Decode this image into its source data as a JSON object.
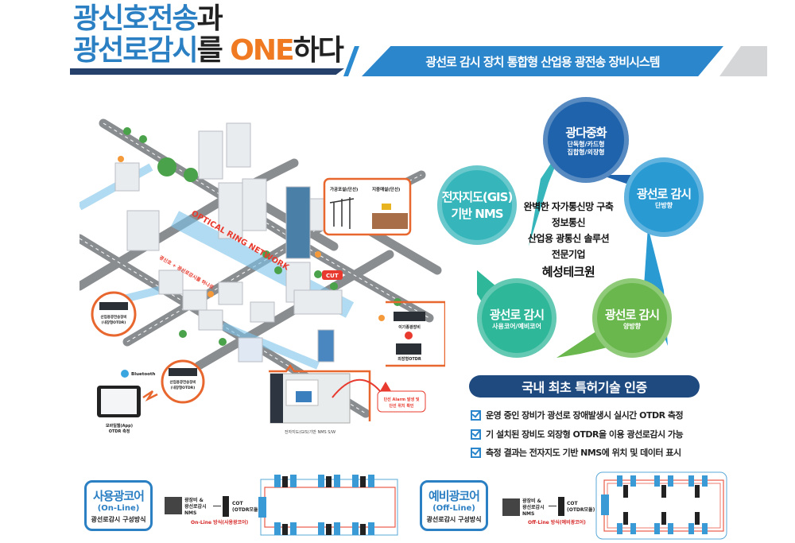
{
  "header": {
    "line1_blue": "광신호전송",
    "line1_dark": "과",
    "line2_blue": "광선로감시",
    "line2_dark": "를 ",
    "line2_orange": "ONE",
    "line2_end": "하다",
    "tagline": "광선로 감시 장치 통합형 산업용 광전송 장비시스템"
  },
  "illustration": {
    "network_label": "OPTICAL RING NETWORK",
    "slogan": "광신호 + 광선로감시를 하나로",
    "cut": "CUT",
    "aerial": "가공포설(단선)",
    "underground": "지중매설(단선)",
    "device1": [
      "산업용광전송장비",
      "(내장형OTDR)"
    ],
    "device2": [
      "산업용광전송장비",
      "(내장형OTDR)"
    ],
    "hetero": "이기종광장비",
    "external": "외장형OTDR",
    "bluetooth": "Bluetooth",
    "mobile": [
      "모바일웹(App)",
      "OTDR 측정"
    ],
    "alarm": [
      "단선 Alarm 발생 및",
      "단선 위치 확인"
    ],
    "nms_caption": "전자지도(GIS)기반 NMS S/W"
  },
  "cycle": {
    "nodes": [
      {
        "title": "광다중화",
        "sub": [
          "단독형/카드형",
          "집합형/외장형"
        ],
        "color": "#1f63ac"
      },
      {
        "title": "광선로 감시",
        "sub": [
          "단방향"
        ],
        "color": "#2a9ad3"
      },
      {
        "title": "광선로 감시",
        "sub": [
          "양방향"
        ],
        "color": "#6ab84d"
      },
      {
        "title": "광선로 감시",
        "sub": [
          "사용코어/예비코어"
        ],
        "color": "#2fb79a"
      },
      {
        "title": "전자지도(GIS)",
        "title2": "기반 NMS",
        "sub": [],
        "color": "#36b6bb"
      }
    ],
    "center": [
      "완벽한 자가통신망 구축",
      "정보통신",
      "산업용 광통신 솔루션",
      "전문기업"
    ],
    "company": "혜성테크원"
  },
  "patent": {
    "title": "국내 최초 특허기술 인증",
    "items": [
      "운영 중인 장비가 광선로 장애발생시 실시간 OTDR 측정",
      "기 설치된 장비도 외장형 OTDR을 이용 광선로감시 가능",
      "측정 결과는 전자지도 기반 NMS에 위치 및 데이터 표시"
    ]
  },
  "online": {
    "title": "사용광코어",
    "mode": "(On-Line)",
    "desc": "광선로감시 구성방식",
    "nms": [
      "광장비 &",
      "광선로감시",
      "NMS"
    ],
    "cot": [
      "COT",
      "(OTDR모듈)"
    ],
    "caption": "On-Line 방식(사용광코어)"
  },
  "offline": {
    "title": "예비광코어",
    "mode": "(Off-Line)",
    "desc": "광선로감시 구성방식",
    "nms": [
      "광장비 &",
      "광선로감시",
      "NMS"
    ],
    "cot": [
      "COT",
      "(OTDR모듈)"
    ],
    "caption": "Off-Line 방식(예비광코어)"
  }
}
